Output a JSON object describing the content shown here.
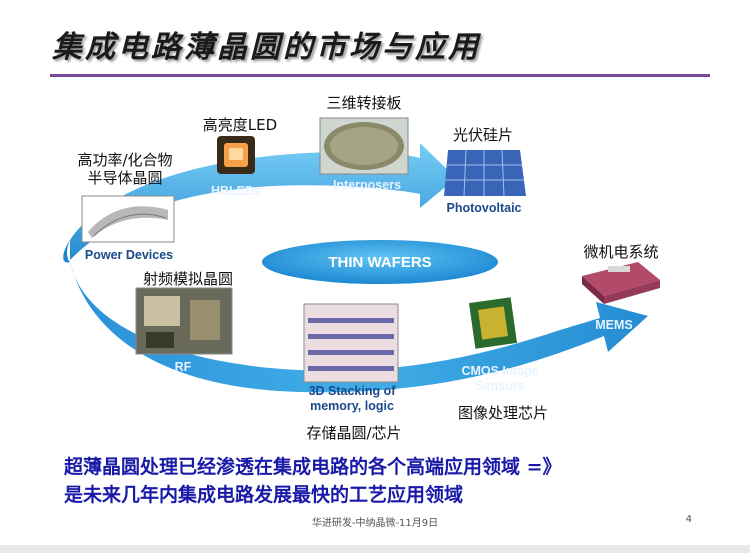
{
  "slide": {
    "title": "集成电路薄晶圆的市场与应用",
    "center": "THIN WAFERS",
    "nodes": {
      "power": {
        "label_line1": "高功率/化合物",
        "label_line2": "半导体晶圆",
        "caption": "Power Devices"
      },
      "hbled": {
        "label": "高亮度LED",
        "caption": "HBLEDs"
      },
      "interposer": {
        "label": "三维转接板",
        "caption": "Interposers"
      },
      "photovoltaic": {
        "label": "光伏硅片",
        "caption": "Photovoltaic"
      },
      "mems": {
        "label": "微机电系统",
        "caption": "MEMS"
      },
      "rf": {
        "label": "射频模拟晶圆",
        "caption": "RF"
      },
      "stacking": {
        "caption_line1": "3D Stacking of",
        "caption_line2": "memory, logic",
        "label": "存储晶圆/芯片"
      },
      "cmos": {
        "caption_line1": "CMOS Image",
        "caption_line2": "Sensors",
        "label": "图像处理芯片"
      }
    },
    "body_line1": "超薄晶圆处理已经渗透在集成电路的各个高端应用领域 =》",
    "body_line2": "是未来几年内集成电路发展最快的工艺应用领域",
    "footer": "华进研发-中纳晶微-11月9日",
    "page_number": "4"
  }
}
